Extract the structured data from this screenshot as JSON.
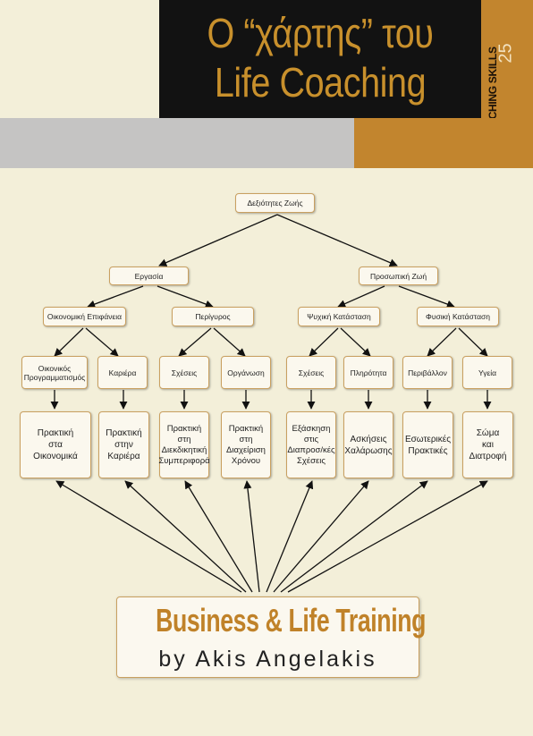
{
  "header": {
    "title_line1": "Ο “χάρτης” του",
    "title_line2": "Life Coaching",
    "side_label": "LIFE COACHING SKILLS",
    "side_number": "25"
  },
  "diagram": {
    "root": "Δεξιότητες Ζωής",
    "level1": [
      "Εργασία",
      "Προσωπική Ζωή"
    ],
    "level2": [
      "Οικονομική Επιφάνεια",
      "Περίγυρος",
      "Ψυχική Κατάσταση",
      "Φυσική Κατάσταση"
    ],
    "level3": [
      "Οικονικός\nΠρογραμματισμός",
      "Καριέρα",
      "Σχέσεις",
      "Οργάνωση",
      "Σχέσεις",
      "Πληρότητα",
      "Περιβάλλον",
      "Υγεία"
    ],
    "level4": [
      "Πρακτική\nστα\nΟικονομικά",
      "Πρακτική\nστην\nΚαριέρα",
      "Πρακτική\nστη\nΔιεκδικητική\nΣυμπεριφορά",
      "Πρακτική\nστη\nΔιαχείριση\nΧρόνου",
      "Εξάσκηση\nστις\nΔιαπροσ/κές\nΣχέσεις",
      "Ασκήσεις\nΧαλάρωσης",
      "Εσωτερικές\nΠρακτικές",
      "Σώμα\nκαι\nΔιατροφή"
    ]
  },
  "brand": {
    "line1": "Business & Life Training",
    "line2": "by Akis Angelakis"
  },
  "colors": {
    "gold": "#c2852e",
    "black": "#121212",
    "cream": "#f3efd9",
    "gray": "#c5c4c3"
  }
}
